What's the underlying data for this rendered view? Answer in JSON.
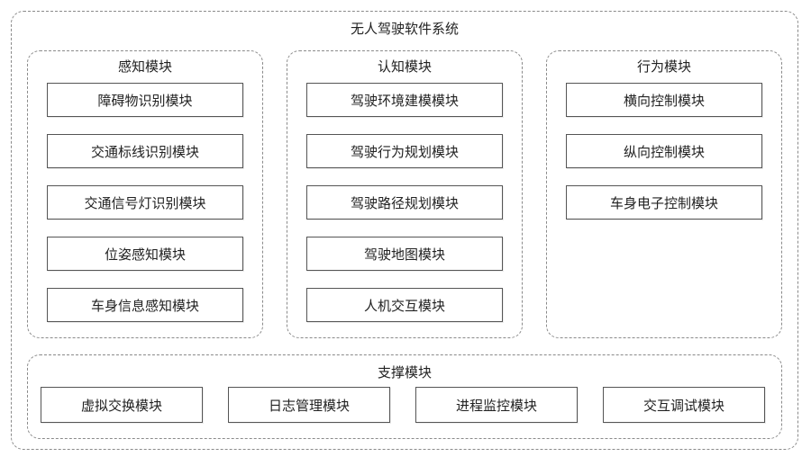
{
  "system": {
    "title": "无人驾驶软件系统"
  },
  "perception": {
    "title": "感知模块",
    "items": [
      "障碍物识别模块",
      "交通标线识别模块",
      "交通信号灯识别模块",
      "位姿感知模块",
      "车身信息感知模块"
    ]
  },
  "cognition": {
    "title": "认知模块",
    "items": [
      "驾驶环境建模模块",
      "驾驶行为规划模块",
      "驾驶路径规划模块",
      "驾驶地图模块",
      "人机交互模块"
    ]
  },
  "behavior": {
    "title": "行为模块",
    "items": [
      "横向控制模块",
      "纵向控制模块",
      "车身电子控制模块"
    ]
  },
  "support": {
    "title": "支撑模块",
    "items": [
      "虚拟交换模块",
      "日志管理模块",
      "进程监控模块",
      "交互调试模块"
    ]
  }
}
